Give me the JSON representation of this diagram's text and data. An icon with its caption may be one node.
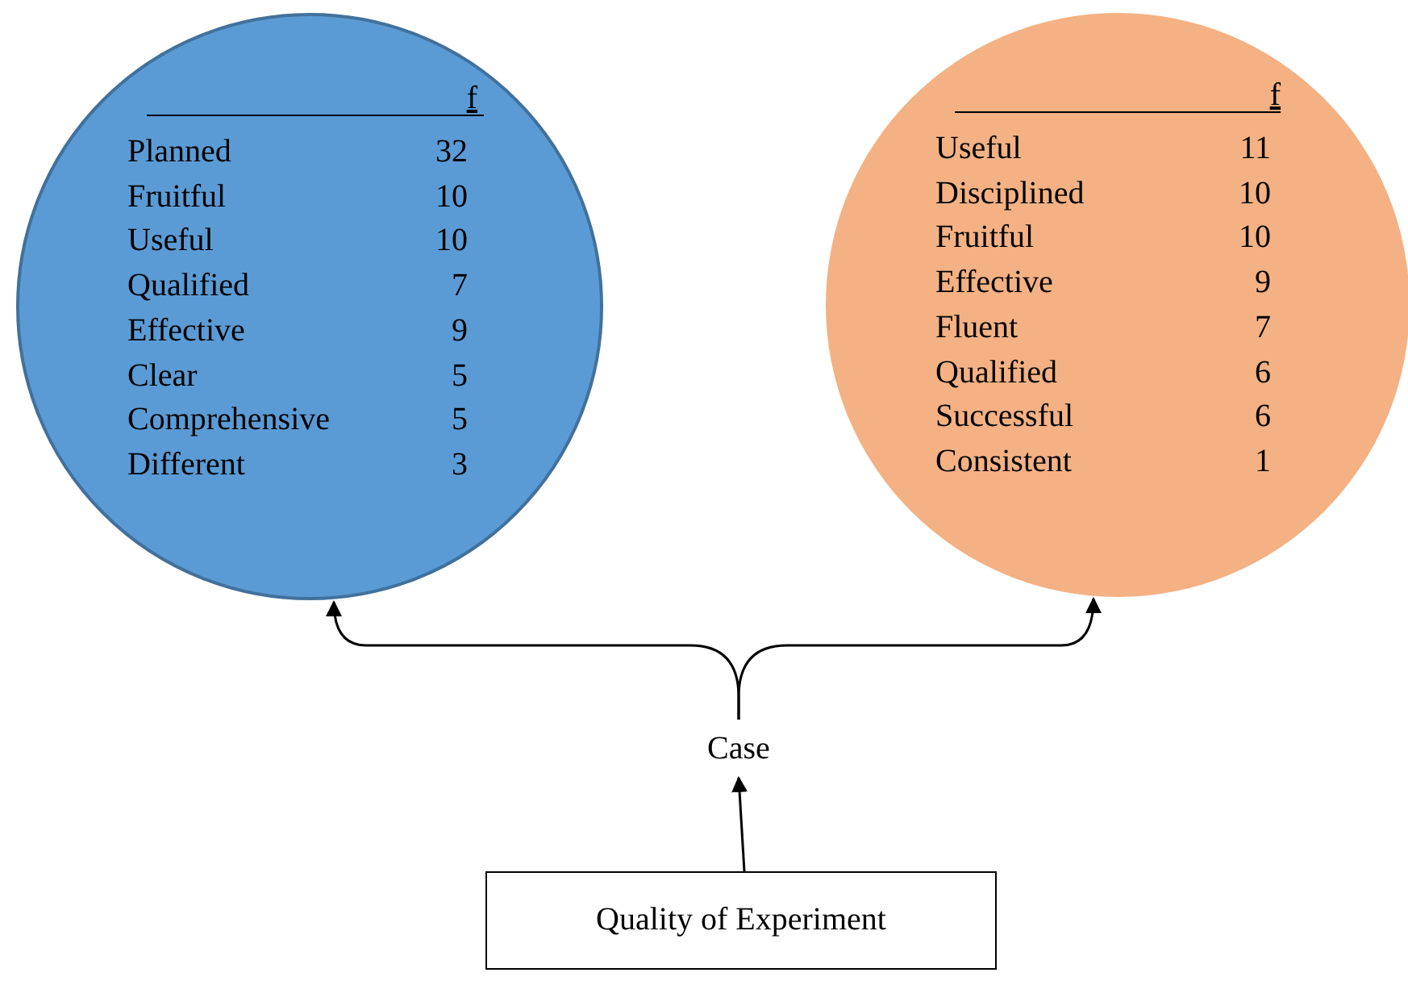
{
  "diagram": {
    "nodes": [
      {
        "text": [
          "f",
          "Planned",
          "32",
          "Fruitful",
          "10",
          "Useful",
          "10",
          "Qualified",
          "7",
          "Effective",
          "9",
          "Clear",
          "5",
          "Comprehensive",
          "5",
          "Different",
          "3"
        ]
      },
      {
        "text": [
          "f",
          "Useful",
          "11",
          "Disciplined",
          "10",
          "Fruitful",
          "10",
          "Effective",
          "9",
          "Fluent",
          "7",
          "Qualified",
          "6",
          "Successful",
          "6",
          "Consistent",
          "1"
        ]
      },
      {
        "text": [
          "Case"
        ]
      },
      {
        "text": [
          "Quality of Experiment"
        ]
      }
    ],
    "edges": [
      {
        "from": 2,
        "to": 0,
        "arrow": "to"
      },
      {
        "from": 2,
        "to": 1,
        "arrow": "to"
      },
      {
        "from": 3,
        "to": 2,
        "arrow": "to"
      }
    ]
  }
}
